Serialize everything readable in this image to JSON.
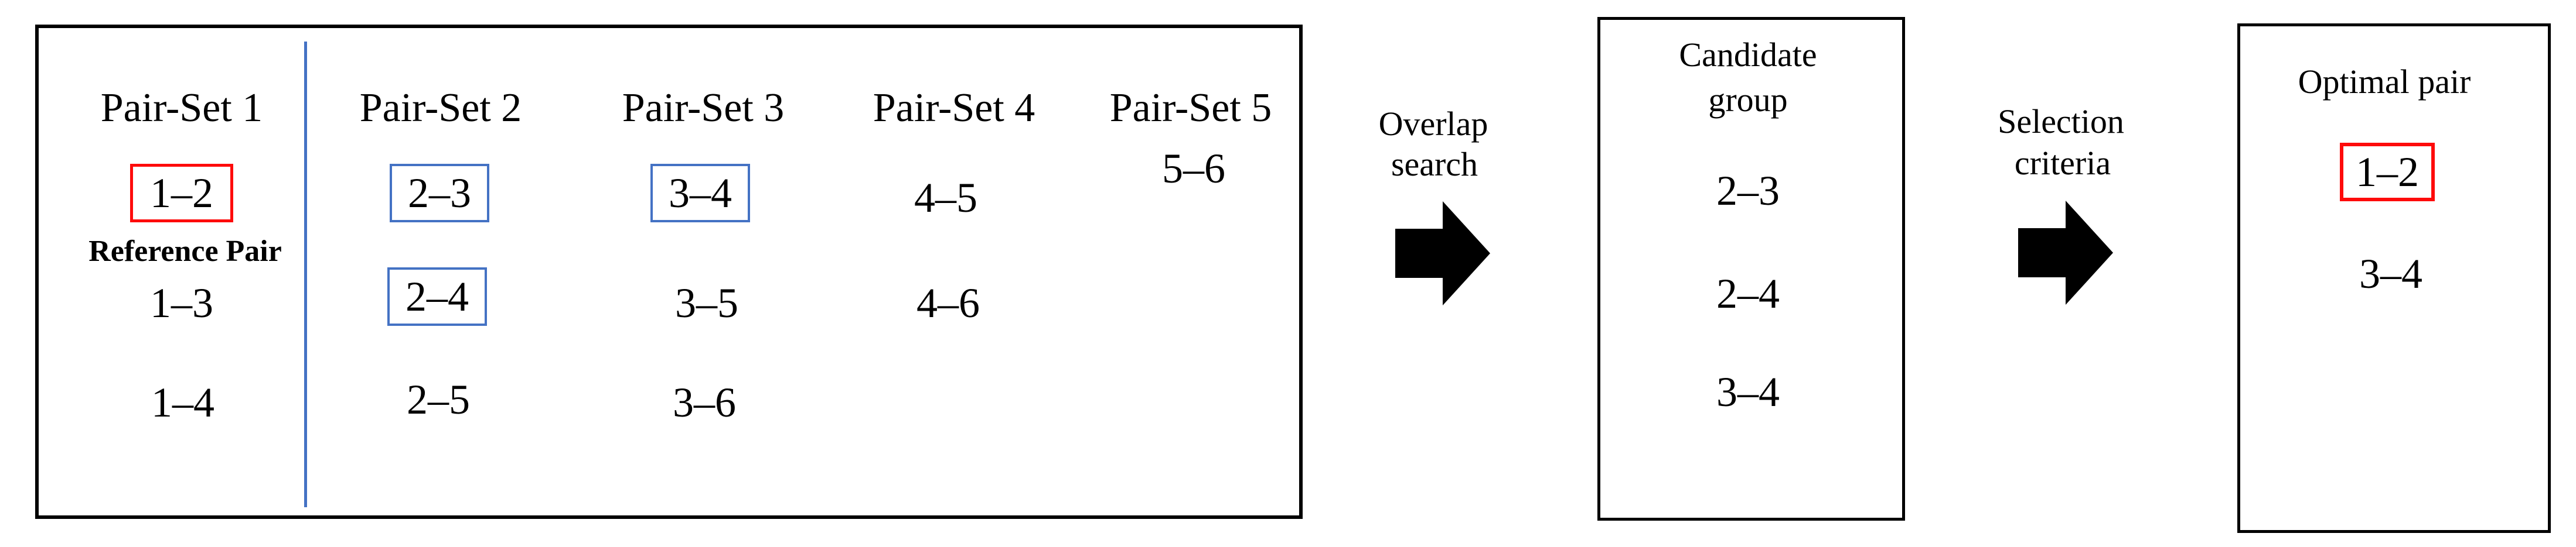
{
  "colors": {
    "ink": "#000000",
    "highlight_red": "#fe0b0b",
    "highlight_blue": "#4472c4",
    "divider_blue": "#4472c4",
    "panel_border": "#000000",
    "background": "#ffffff"
  },
  "pair_sets_panel": {
    "col1": {
      "title": "Pair-Set 1",
      "boxed_pair": "1–2",
      "caption": "Reference Pair",
      "pair2": "1–3",
      "pair3": "1–4"
    },
    "col2": {
      "title": "Pair-Set 2",
      "boxed_pair1": "2–3",
      "boxed_pair2": "2–4",
      "pair3": "2–5"
    },
    "col3": {
      "title": "Pair-Set 3",
      "boxed_pair": "3–4",
      "pair2": "3–5",
      "pair3": "3–6"
    },
    "col4": {
      "title": "Pair-Set 4",
      "pair1": "4–5",
      "pair2": "4–6"
    },
    "col5": {
      "title": "Pair-Set 5",
      "pair1": "5–6"
    }
  },
  "overlap_flow": {
    "label_line1": "Overlap",
    "label_line2": "search",
    "arrow_icon": "black-right-block-arrow"
  },
  "candidate_panel": {
    "title_line1": "Candidate",
    "title_line2": "group",
    "pair1": "2–3",
    "pair2": "2–4",
    "pair3": "3–4"
  },
  "selection_flow": {
    "label_line1": "Selection",
    "label_line2": "criteria",
    "arrow_icon": "black-right-block-arrow"
  },
  "optimal_panel": {
    "title": "Optimal pair",
    "boxed_pair": "1–2",
    "pair2": "3–4"
  }
}
